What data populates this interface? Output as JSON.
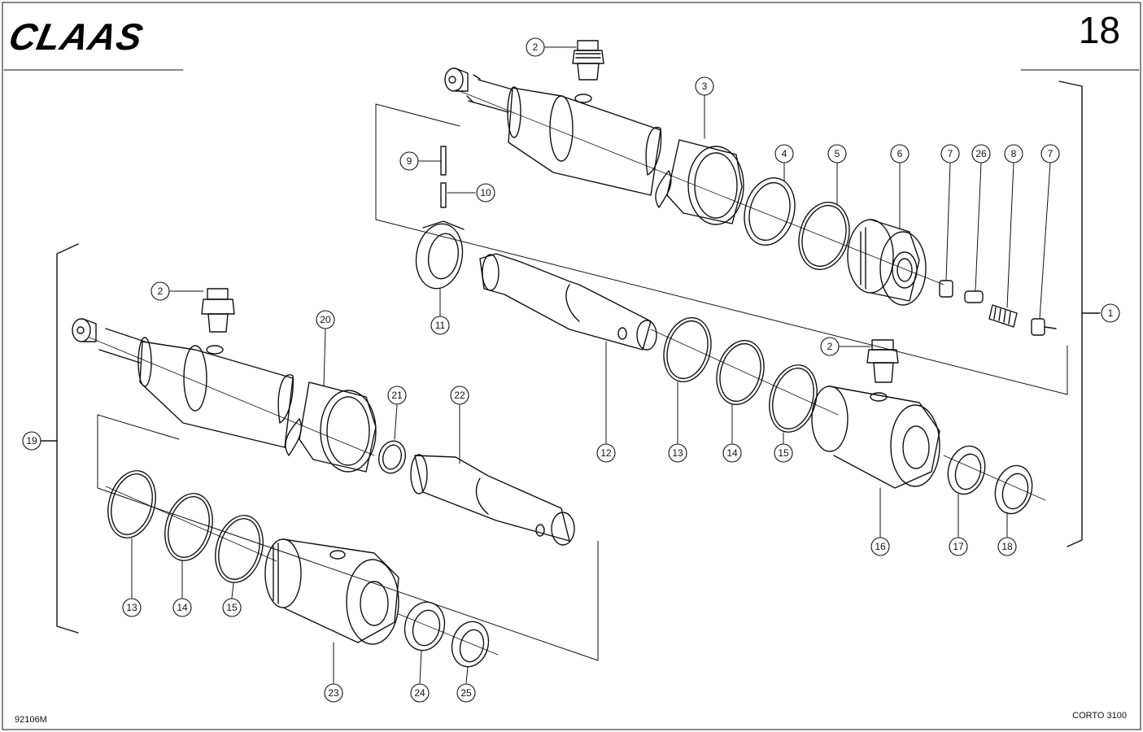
{
  "header": {
    "brand": "CLAAS",
    "page_number": "18"
  },
  "footer": {
    "drawing_code": "92106M",
    "model": "CORTO 3100"
  },
  "callouts": [
    {
      "id": "c2a",
      "label": "2"
    },
    {
      "id": "c3",
      "label": "3"
    },
    {
      "id": "c4",
      "label": "4"
    },
    {
      "id": "c5",
      "label": "5"
    },
    {
      "id": "c6",
      "label": "6"
    },
    {
      "id": "c7a",
      "label": "7"
    },
    {
      "id": "c26",
      "label": "26"
    },
    {
      "id": "c8",
      "label": "8"
    },
    {
      "id": "c7b",
      "label": "7"
    },
    {
      "id": "c1",
      "label": "1"
    },
    {
      "id": "c9",
      "label": "9"
    },
    {
      "id": "c10",
      "label": "10"
    },
    {
      "id": "c11",
      "label": "11"
    },
    {
      "id": "c12",
      "label": "12"
    },
    {
      "id": "c13a",
      "label": "13"
    },
    {
      "id": "c14a",
      "label": "14"
    },
    {
      "id": "c15a",
      "label": "15"
    },
    {
      "id": "c2c",
      "label": "2"
    },
    {
      "id": "c16",
      "label": "16"
    },
    {
      "id": "c17",
      "label": "17"
    },
    {
      "id": "c18",
      "label": "18"
    },
    {
      "id": "c2b",
      "label": "2"
    },
    {
      "id": "c19",
      "label": "19"
    },
    {
      "id": "c20",
      "label": "20"
    },
    {
      "id": "c21",
      "label": "21"
    },
    {
      "id": "c22",
      "label": "22"
    },
    {
      "id": "c13b",
      "label": "13"
    },
    {
      "id": "c14b",
      "label": "14"
    },
    {
      "id": "c15b",
      "label": "15"
    },
    {
      "id": "c23",
      "label": "23"
    },
    {
      "id": "c24",
      "label": "24"
    },
    {
      "id": "c25",
      "label": "25"
    }
  ]
}
